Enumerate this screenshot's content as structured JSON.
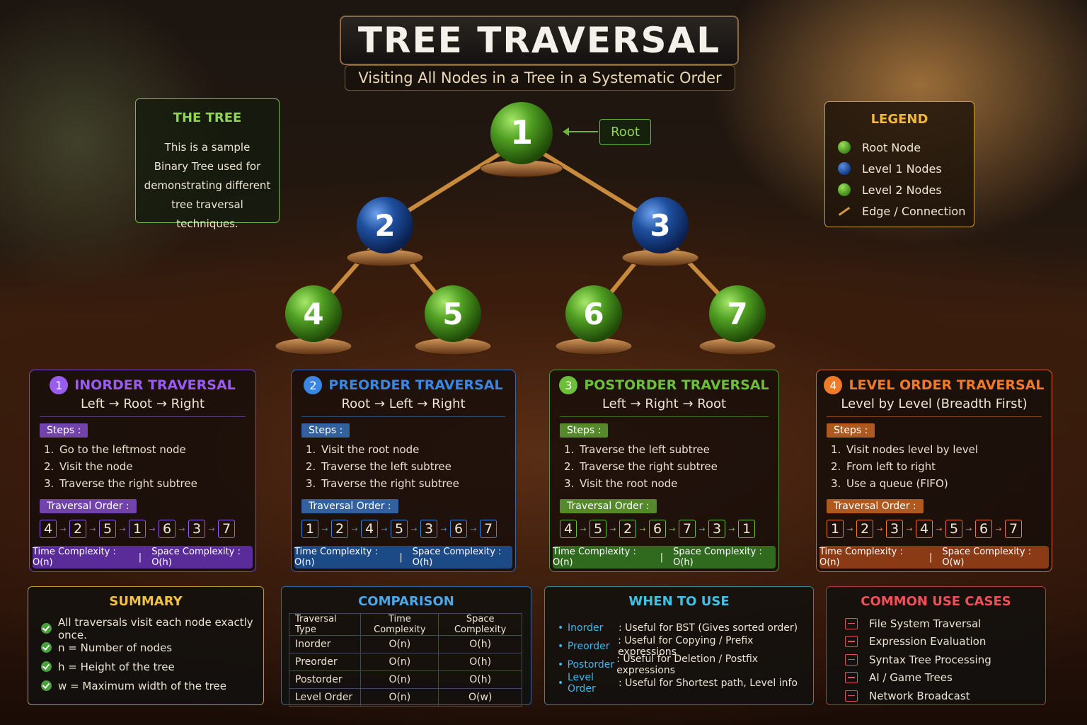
{
  "header": {
    "title": "TREE TRAVERSAL",
    "subtitle": "Visiting All Nodes in a Tree in a Systematic Order"
  },
  "tree_info": {
    "heading": "THE TREE",
    "text_lines": [
      "This is a sample",
      "Binary Tree used for",
      "demonstrating different",
      "tree traversal techniques."
    ]
  },
  "root_label": "Root",
  "legend": {
    "heading": "LEGEND",
    "items": [
      {
        "label": "Root Node",
        "icon": "green-node"
      },
      {
        "label": "Level 1 Nodes",
        "icon": "blue-node"
      },
      {
        "label": "Level 2 Nodes",
        "icon": "green-node"
      },
      {
        "label": "Edge / Connection",
        "icon": "edge-line"
      }
    ]
  },
  "tree": {
    "nodes": [
      {
        "id": "1",
        "level": 0,
        "color": "green"
      },
      {
        "id": "2",
        "level": 1,
        "color": "blue"
      },
      {
        "id": "3",
        "level": 1,
        "color": "blue"
      },
      {
        "id": "4",
        "level": 2,
        "color": "green"
      },
      {
        "id": "5",
        "level": 2,
        "color": "green"
      },
      {
        "id": "6",
        "level": 2,
        "color": "green"
      },
      {
        "id": "7",
        "level": 2,
        "color": "green"
      }
    ],
    "edges": [
      [
        "1",
        "2"
      ],
      [
        "1",
        "3"
      ],
      [
        "2",
        "4"
      ],
      [
        "2",
        "5"
      ],
      [
        "3",
        "6"
      ],
      [
        "3",
        "7"
      ]
    ]
  },
  "traversals": [
    {
      "number": "1",
      "title": "INORDER TRAVERSAL",
      "rule": "Left → Root → Right",
      "accent": "#9a5cf0",
      "steps_label": "Steps :",
      "steps": [
        "Go to the leftmost node",
        "Visit the node",
        "Traverse the right subtree"
      ],
      "order_label": "Traversal Order :",
      "order": [
        "4",
        "2",
        "5",
        "1",
        "6",
        "3",
        "7"
      ],
      "time": "Time Complexity : O(n)",
      "space": "Space Complexity : O(h)"
    },
    {
      "number": "2",
      "title": "PREORDER TRAVERSAL",
      "rule": "Root → Left → Right",
      "accent": "#3b86e0",
      "steps_label": "Steps :",
      "steps": [
        "Visit the root node",
        "Traverse the left subtree",
        "Traverse the right subtree"
      ],
      "order_label": "Traversal Order :",
      "order": [
        "1",
        "2",
        "4",
        "5",
        "3",
        "6",
        "7"
      ],
      "time": "Time Complexity : O(n)",
      "space": "Space Complexity : O(h)"
    },
    {
      "number": "3",
      "title": "POSTORDER TRAVERSAL",
      "rule": "Left → Right → Root",
      "accent": "#6cbf3a",
      "steps_label": "Steps :",
      "steps": [
        "Traverse the left subtree",
        "Traverse the right subtree",
        "Visit the root node"
      ],
      "order_label": "Traversal Order :",
      "order": [
        "4",
        "5",
        "2",
        "6",
        "7",
        "3",
        "1"
      ],
      "time": "Time Complexity : O(n)",
      "space": "Space Complexity : O(h)"
    },
    {
      "number": "4",
      "title": "LEVEL ORDER TRAVERSAL",
      "rule": "Level by Level (Breadth First)",
      "accent": "#ee7a2a",
      "steps_label": "Steps :",
      "steps": [
        "Visit nodes level by level",
        "From left to right",
        "Use a queue (FIFO)"
      ],
      "order_label": "Traversal Order :",
      "order": [
        "1",
        "2",
        "3",
        "4",
        "5",
        "6",
        "7"
      ],
      "time": "Time Complexity : O(n)",
      "space": "Space Complexity : O(w)"
    }
  ],
  "summary": {
    "heading": "SUMMARY",
    "items": [
      "All traversals visit each node exactly once.",
      "n = Number of nodes",
      "h = Height of the tree",
      "w = Maximum width of the tree"
    ]
  },
  "comparison": {
    "heading": "COMPARISON",
    "columns": [
      "Traversal Type",
      "Time Complexity",
      "Space Complexity"
    ],
    "rows": [
      [
        "Inorder",
        "O(n)",
        "O(h)"
      ],
      [
        "Preorder",
        "O(n)",
        "O(h)"
      ],
      [
        "Postorder",
        "O(n)",
        "O(h)"
      ],
      [
        "Level Order",
        "O(n)",
        "O(w)"
      ]
    ]
  },
  "when_to_use": {
    "heading": "WHEN TO USE",
    "items": [
      {
        "key": "Inorder",
        "value": ": Useful for BST (Gives sorted order)"
      },
      {
        "key": "Preorder",
        "value": ": Useful for Copying / Prefix expressions"
      },
      {
        "key": "Postorder",
        "value": ": Useful for Deletion / Postfix expressions"
      },
      {
        "key": "Level Order",
        "value": ": Useful for Shortest path, Level info"
      }
    ]
  },
  "use_cases": {
    "heading": "COMMON USE CASES",
    "items": [
      "File System Traversal",
      "Expression Evaluation",
      "Syntax Tree Processing",
      "AI / Game Trees",
      "Network Broadcast"
    ]
  }
}
